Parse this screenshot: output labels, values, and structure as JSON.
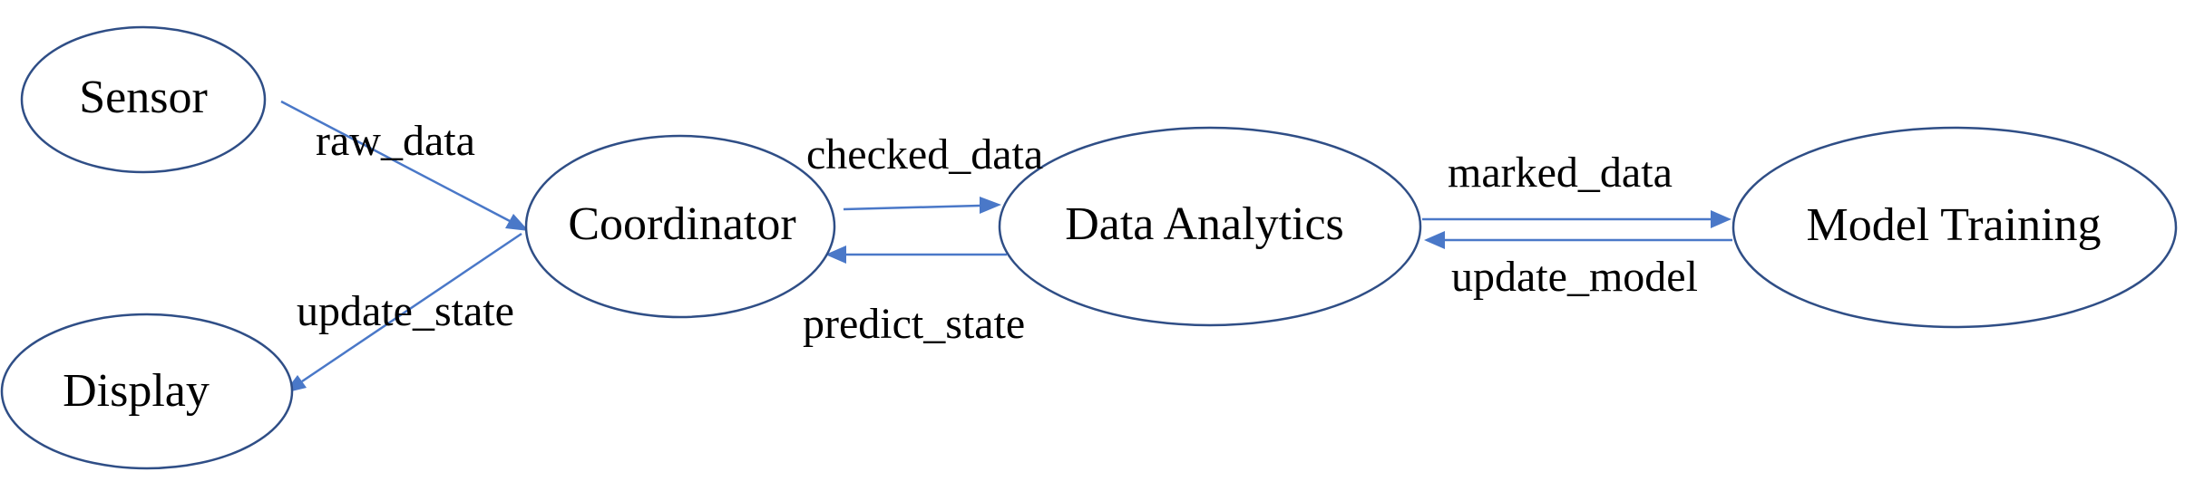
{
  "nodes": {
    "sensor": {
      "label": "Sensor"
    },
    "display": {
      "label": "Display"
    },
    "coordinator": {
      "label": "Coordinator"
    },
    "data_analytics": {
      "label": "Data Analytics"
    },
    "model_training": {
      "label": "Model Training"
    }
  },
  "edges": {
    "raw_data": {
      "label": "raw_data"
    },
    "update_state": {
      "label": "update_state"
    },
    "checked_data": {
      "label": "checked_data"
    },
    "predict_state": {
      "label": "predict_state"
    },
    "marked_data": {
      "label": "marked_data"
    },
    "update_model": {
      "label": "update_model"
    }
  },
  "colors": {
    "node_border": "#2f4e86",
    "edge": "#4a78c8",
    "text": "#000000"
  }
}
